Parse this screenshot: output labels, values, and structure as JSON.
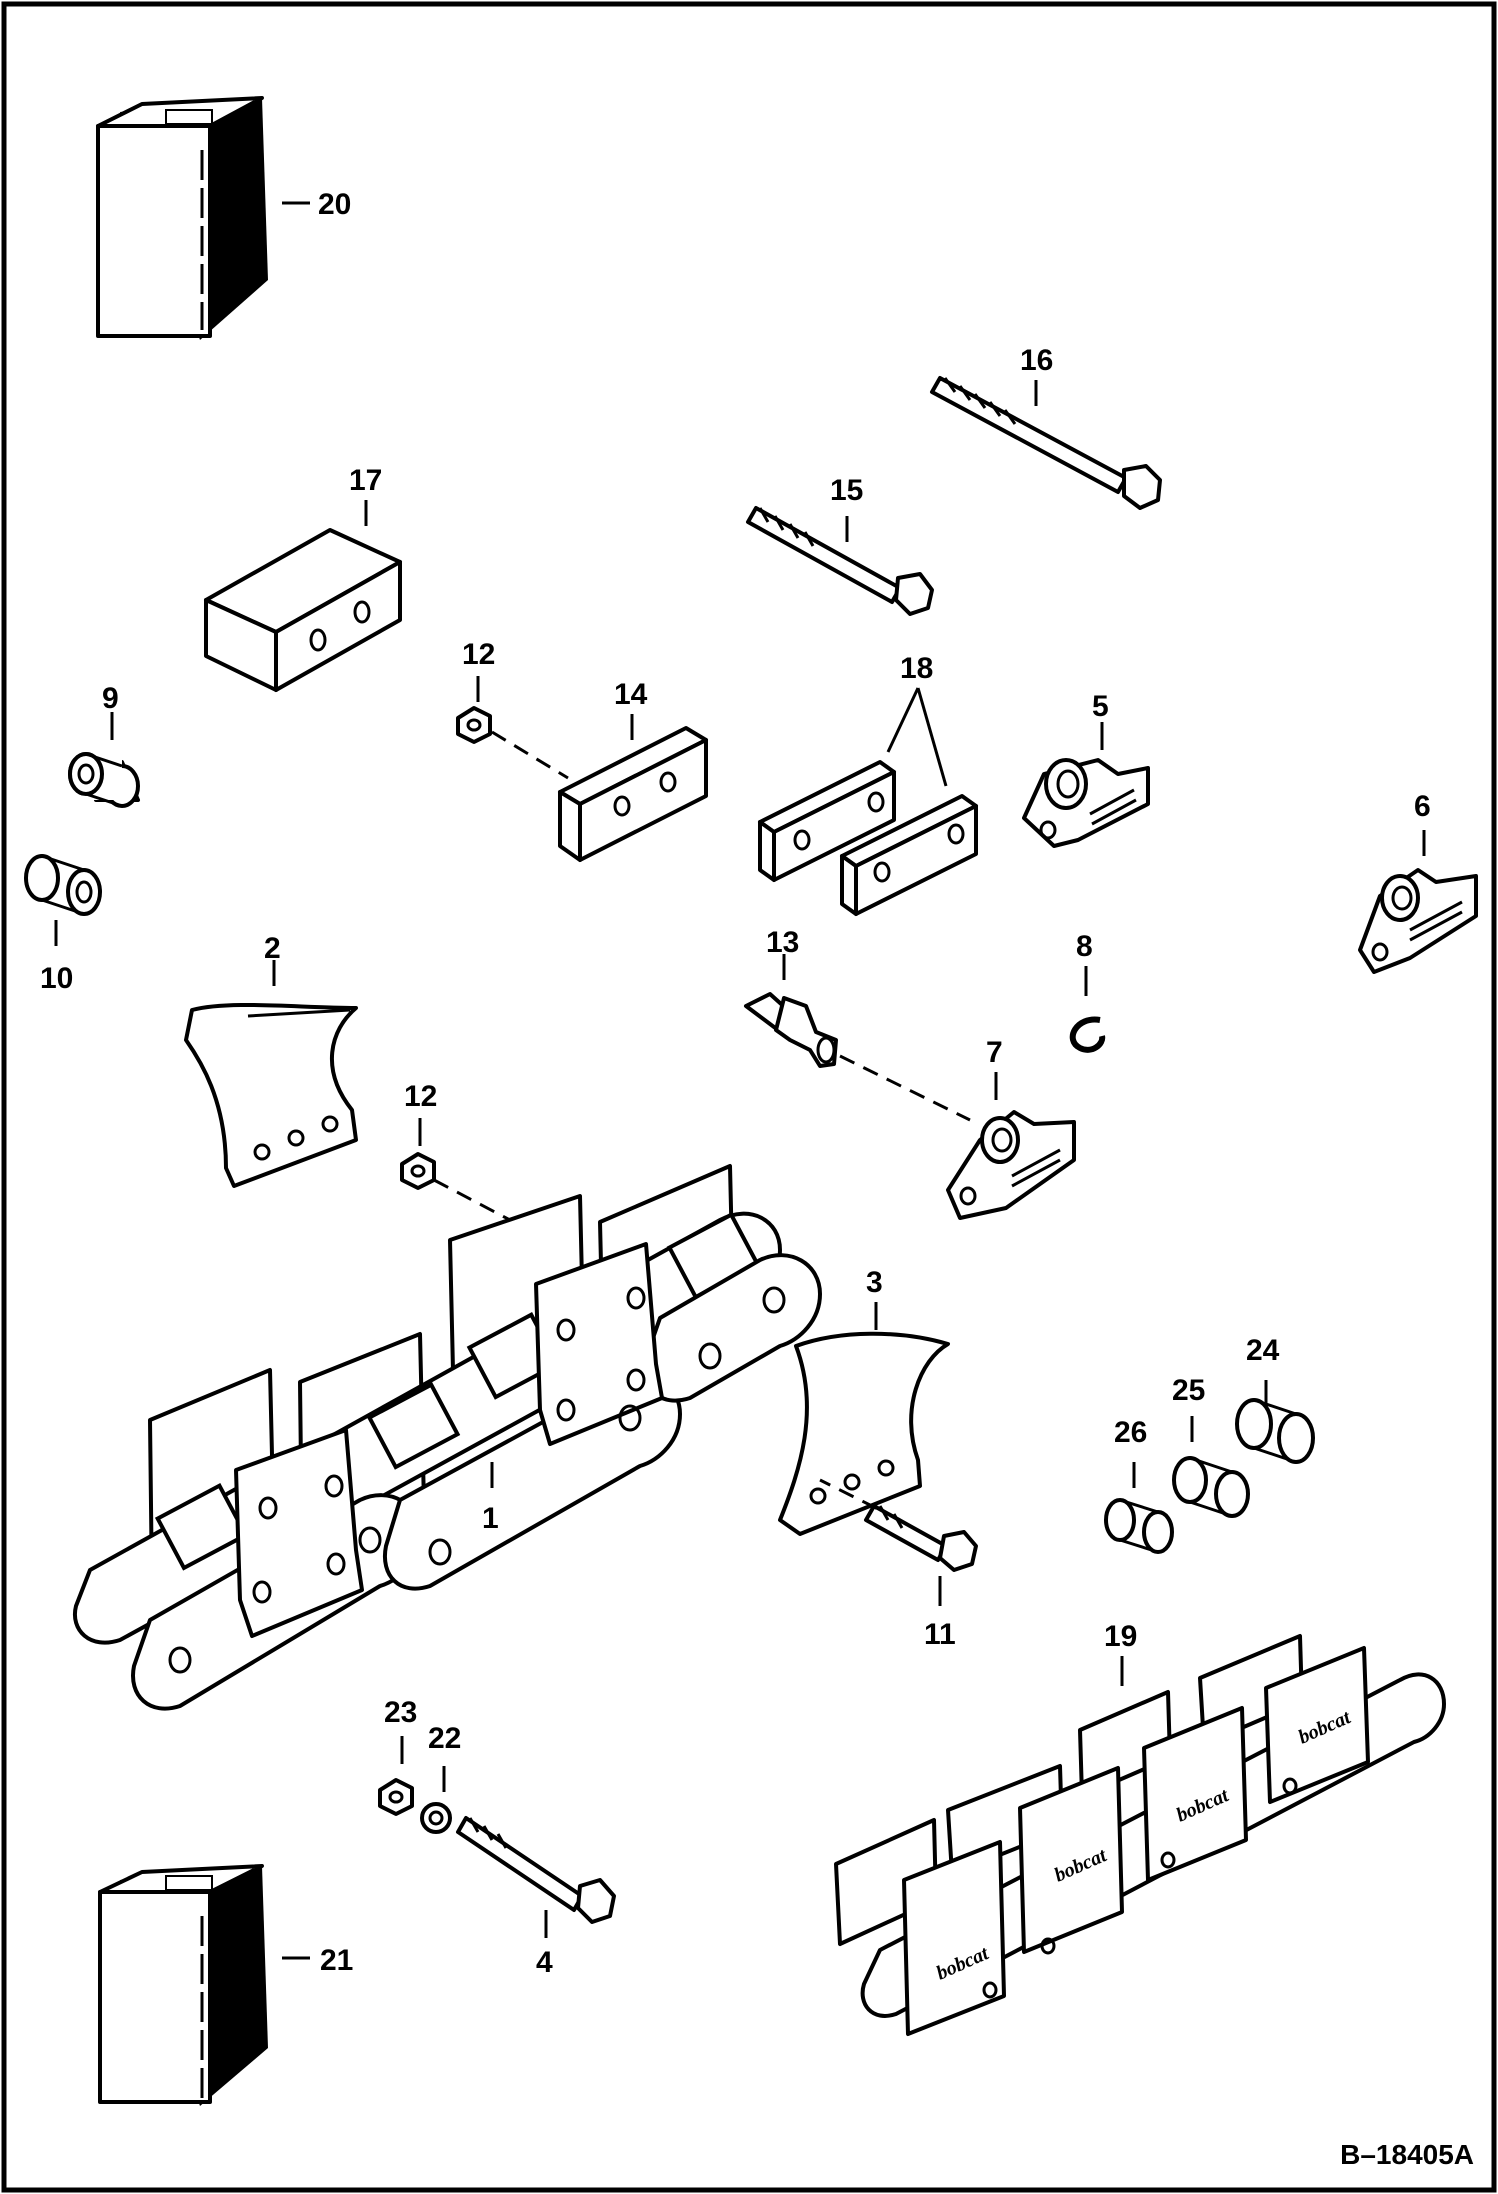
{
  "drawing_id": "B–18405A",
  "brand_text": "bobcat",
  "callouts": {
    "c1": "1",
    "c2": "2",
    "c3": "3",
    "c4": "4",
    "c5": "5",
    "c6": "6",
    "c7": "7",
    "c8": "8",
    "c9": "9",
    "c10": "10",
    "c11": "11",
    "c12a": "12",
    "c12b": "12",
    "c13": "13",
    "c14": "14",
    "c15": "15",
    "c16": "16",
    "c17": "17",
    "c18": "18",
    "c19": "19",
    "c20": "20",
    "c21": "21",
    "c22": "22",
    "c23": "23",
    "c24": "24",
    "c25": "25",
    "c26": "26"
  }
}
